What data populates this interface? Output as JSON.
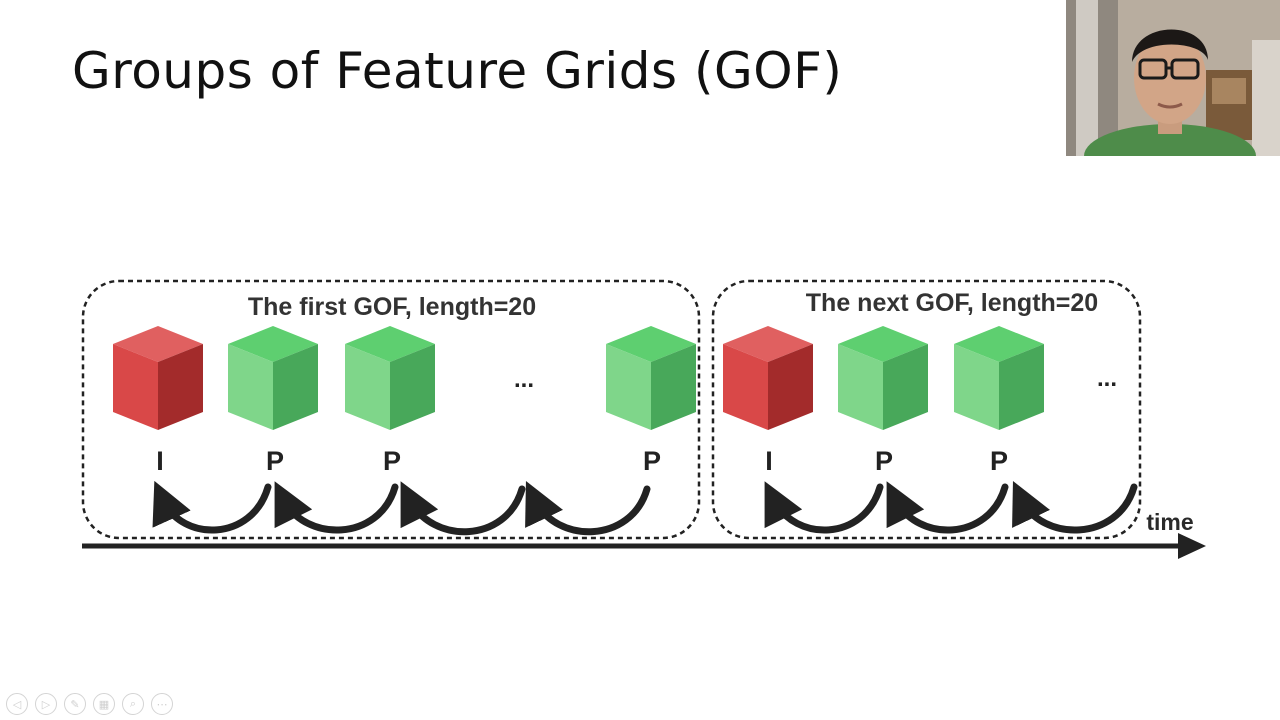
{
  "slide": {
    "title": "Groups of Feature Grids (GOF)"
  },
  "diagram": {
    "groups": [
      {
        "label": "The first GOF, length=20",
        "frames": [
          {
            "type": "I",
            "color": "red"
          },
          {
            "type": "P",
            "color": "green"
          },
          {
            "type": "P",
            "color": "green"
          },
          {
            "type": "...",
            "color": ""
          },
          {
            "type": "P",
            "color": "green"
          }
        ]
      },
      {
        "label": "The next GOF, length=20",
        "frames": [
          {
            "type": "I",
            "color": "red"
          },
          {
            "type": "P",
            "color": "green"
          },
          {
            "type": "P",
            "color": "green"
          },
          {
            "type": "...",
            "color": ""
          }
        ]
      }
    ],
    "axis_label": "time",
    "colors": {
      "i_frame": "#cc3a3a",
      "p_frame": "#5cc46c",
      "arrow": "#222222"
    }
  },
  "controls": {
    "icons": [
      "prev-icon",
      "next-icon",
      "pen-icon",
      "slides-icon",
      "zoom-icon",
      "more-icon"
    ],
    "glyphs": [
      "◁",
      "▷",
      "✎",
      "▦",
      "⌕",
      "⋯"
    ]
  }
}
